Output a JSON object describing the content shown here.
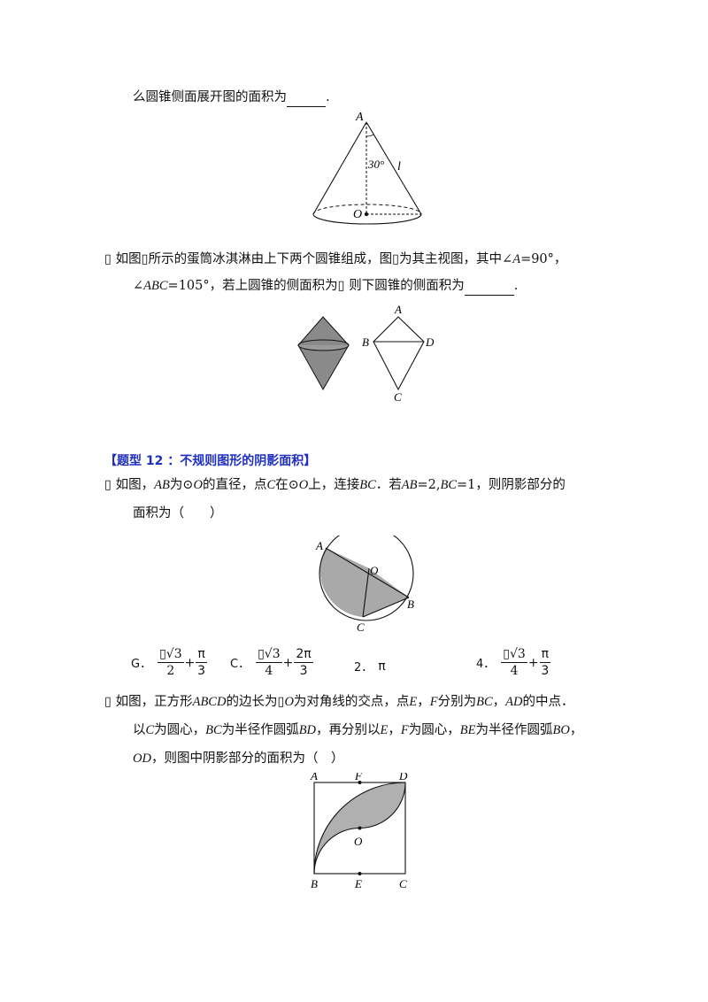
{
  "q_top": {
    "text": "么圆锥侧面展开图的面积为",
    "end": "."
  },
  "cone": {
    "label_A": "A",
    "label_O": "O",
    "label_l": "l",
    "angle": "30°"
  },
  "q_ice": {
    "marker": "▯",
    "line1": "如图▯所示的蛋筒冰淇淋由上下两个圆锥组成，图▯为其主视图，其中∠",
    "angle_A": "A",
    "eq1": "=90°，",
    "line2_start": "∠",
    "angle_ABC": "ABC",
    "eq2": "=105°，若上圆锥的侧面积为▯ 则下圆锥的侧面积为",
    "end": "."
  },
  "kite": {
    "A": "A",
    "B": "B",
    "C": "C",
    "D": "D"
  },
  "section_title": "【题型 12 ：不规则图形的阴影面积】",
  "q_circle": {
    "marker": "▯",
    "t1": "如图，",
    "ab": "AB",
    "t2": "为⊙",
    "o1": "O",
    "t3": "的直径，点",
    "c": "C",
    "t4": "在⊙",
    "o2": "O",
    "t5": "上，连接",
    "bc": "BC",
    "t6": "．若",
    "ab2": "AB",
    "t7": "=2,",
    "bc2": "BC",
    "t8": "=1，则阴影部分的",
    "line2": "面积为（　　）"
  },
  "circle_fig": {
    "A": "A",
    "O": "O",
    "B": "B",
    "C": "C"
  },
  "options": [
    {
      "label": "G．",
      "num1": "▯√3",
      "den1": "2",
      "op": "+",
      "num2": "π",
      "den2": "3"
    },
    {
      "label": "C．",
      "num1": "▯√3",
      "den1": "4",
      "op": "+",
      "num2": "2π",
      "den2": "3"
    },
    {
      "label": "2．",
      "value": "π"
    },
    {
      "label": "4．",
      "num1": "▯√3",
      "den1": "4",
      "op": "+",
      "num2": "π",
      "den2": "3"
    }
  ],
  "q_square": {
    "marker": "▯",
    "t1": "如图，正方形",
    "abcd": "ABCD",
    "t2": "的边长为▯",
    "o": "O",
    "t3": "为对角线的交点，点",
    "e": "E",
    "comma": "，",
    "f": "F",
    "t4": "分别为",
    "bc": "BC",
    "t5": "，",
    "ad": "AD",
    "t6": "的中点．",
    "l2_t1": "以",
    "l2_c": "C",
    "l2_t2": "为圆心，",
    "l2_bc": "BC",
    "l2_t3": "为半径作圆弧",
    "l2_bd": "BD",
    "l2_t4": "，再分别以",
    "l2_e": "E",
    "l2_t5": "，",
    "l2_f": "F",
    "l2_t6": "为圆心，",
    "l2_be": "BE",
    "l2_t7": "为半径作圆弧",
    "l2_bo": "BO",
    "l2_t8": "，",
    "l3_od": "OD",
    "l3_t1": "，则图中阴影部分的面积为（　）"
  },
  "square_fig": {
    "A": "A",
    "F": "F",
    "D": "D",
    "O": "O",
    "B": "B",
    "E": "E",
    "C": "C"
  }
}
